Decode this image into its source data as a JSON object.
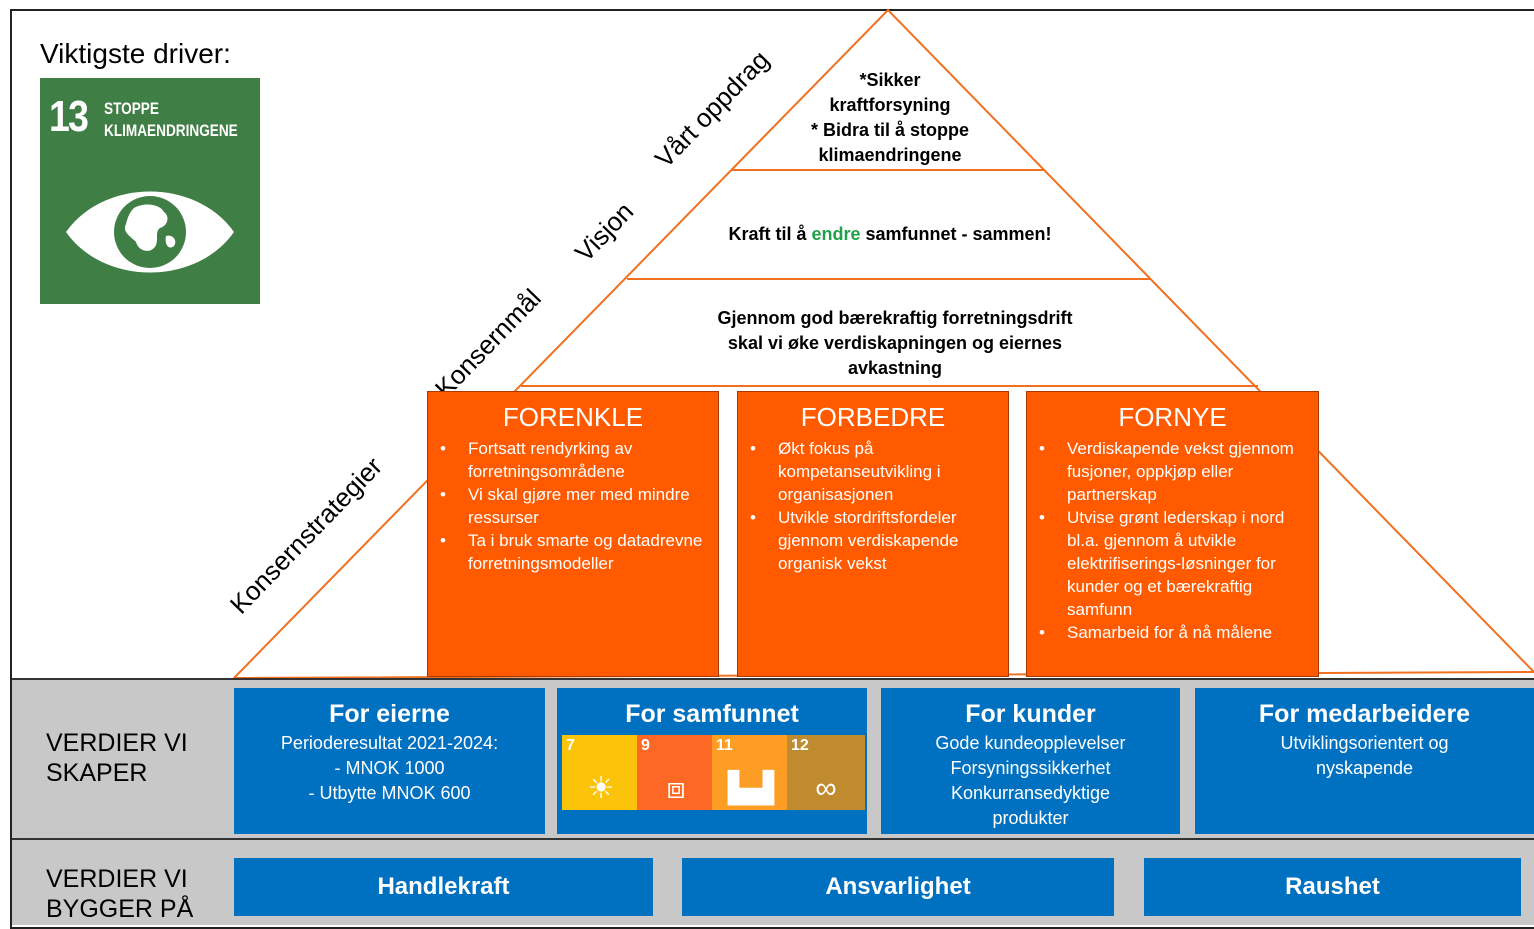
{
  "driver": {
    "title": "Viktigste driver:",
    "sdg_number": "13",
    "sdg_line1": "STOPPE",
    "sdg_line2": "KLIMAENDRINGENE",
    "sdg_color": "#3f7e44",
    "sdg_icon": "eye-earth-icon"
  },
  "pyramid_labels": {
    "mission": "Vårt oppdrag",
    "vision": "Visjon",
    "goal": "Konsernmål",
    "strategies": "Konsernstrategier"
  },
  "mission": {
    "line1": "*Sikker",
    "line2": "kraftforsyning",
    "line3": "* Bidra til å stoppe",
    "line4": "klimaendringene"
  },
  "vision": {
    "before": "Kraft til å ",
    "highlight": "endre",
    "after": " samfunnet - sammen!",
    "highlight_color": "#21a24a"
  },
  "goal": {
    "line1": "Gjennom god bærekraftig forretningsdrift",
    "line2": "skal vi øke verdiskapningen og eiernes",
    "line3": "avkastning"
  },
  "strategies": [
    {
      "title": "FORENKLE",
      "bullets": [
        "Fortsatt rendyrking av forretningsområdene",
        "Vi skal gjøre mer med mindre ressurser",
        "Ta i bruk smarte og datadrevne forretningsmodeller"
      ]
    },
    {
      "title": "FORBEDRE",
      "bullets": [
        "Økt fokus på kompetanseutvikling i organisasjonen",
        "Utvikle stordriftsfordeler gjennom verdiskapende organisk vekst"
      ]
    },
    {
      "title": "FORNYE",
      "bullets": [
        "Verdiskapende vekst gjennom fusjoner, oppkjøp eller partnerskap",
        "Utvise grønt lederskap i nord bl.a. gjennom å utvikle elektrifiserings-løsninger for kunder og et bærekraftig samfunn",
        "Samarbeid for å nå målene"
      ]
    }
  ],
  "band_values": {
    "label_line1": "VERDIER VI",
    "label_line2": "SKAPER",
    "owners": {
      "title": "For eierne",
      "line1": "Perioderesultat 2021-2024:",
      "line2": "- MNOK 1000",
      "line3": "- Utbytte MNOK 600"
    },
    "society": {
      "title": "For samfunnet",
      "sdgs": [
        {
          "number": "7",
          "color": "#fcc30b",
          "icon": "sun-icon"
        },
        {
          "number": "9",
          "color": "#fd6925",
          "icon": "cubes-icon"
        },
        {
          "number": "11",
          "color": "#fd9d24",
          "icon": "city-icon"
        },
        {
          "number": "12",
          "color": "#bf8b2e",
          "icon": "infinity-icon"
        }
      ]
    },
    "customers": {
      "title": "For kunder",
      "line1": "Gode kundeopplevelser",
      "line2": "Forsyningssikkerhet",
      "line3": "Konkurransedyktige",
      "line4": "produkter"
    },
    "employees": {
      "title": "For medarbeidere",
      "line1": "Utviklingsorientert og",
      "line2": "nyskapende"
    }
  },
  "band_foundation": {
    "label_line1": "VERDIER VI",
    "label_line2": "BYGGER PÅ",
    "values": [
      "Handlekraft",
      "Ansvarlighet",
      "Raushet"
    ]
  },
  "colors": {
    "strategy_orange": "#ff5a00",
    "value_blue": "#0070c0",
    "band_grey": "#c8c8c8",
    "pyramid_line": "#f07020"
  }
}
